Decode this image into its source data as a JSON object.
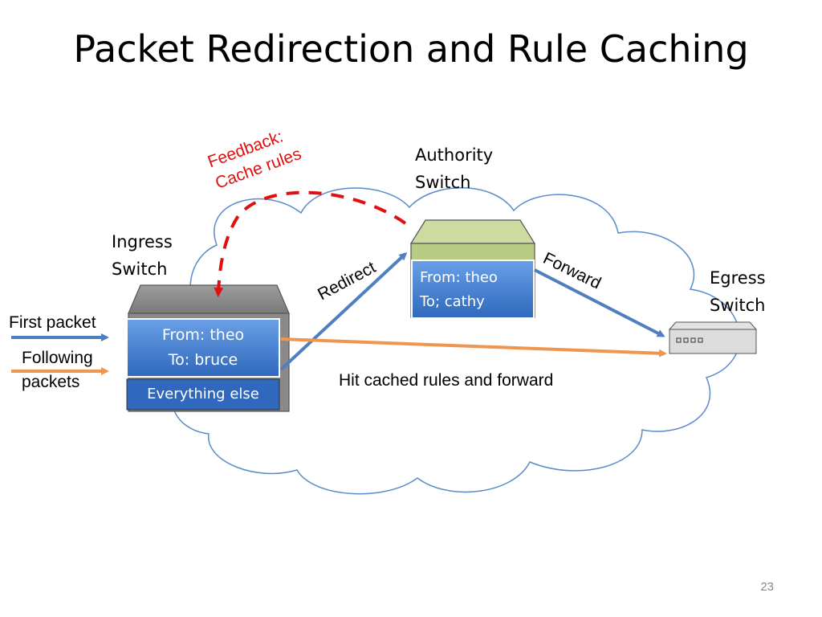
{
  "title": "Packet Redirection and Rule Caching",
  "labels": {
    "authority": [
      "Authority",
      "Switch"
    ],
    "ingress": [
      "Ingress",
      "Switch"
    ],
    "egress": [
      "Egress",
      "Switch"
    ],
    "first_packet": "First packet",
    "following": [
      "Following",
      "packets"
    ],
    "feedback": [
      "Feedback:",
      "Cache rules"
    ],
    "redirect": "Redirect",
    "forward": "Forward",
    "hit_cached": "Hit cached rules and forward"
  },
  "ingress_rules": {
    "rule1": [
      "From: theo",
      "To: bruce"
    ],
    "rule2": "Everything else"
  },
  "authority_rule": [
    "From: theo",
    "To; cathy"
  ],
  "page_number": "23",
  "colors": {
    "blue_arrow": "#4f7fc0",
    "orange_arrow": "#f0954f",
    "feedback_red": "#e01010",
    "rule_blue": "#3a78cf",
    "authority_top": "#cddba0"
  }
}
